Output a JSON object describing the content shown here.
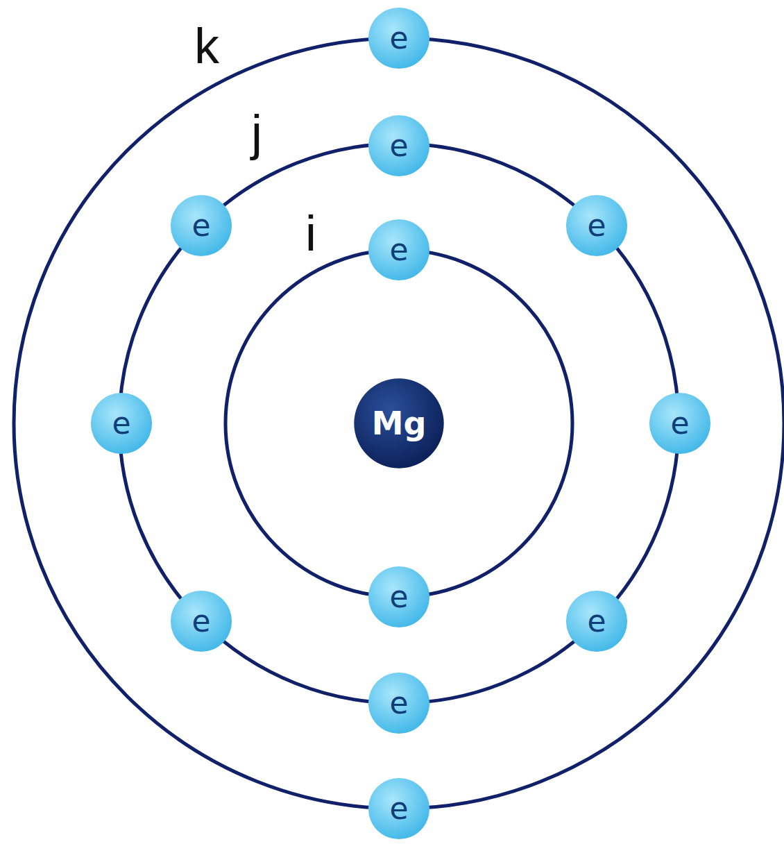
{
  "diagram": {
    "nodes": [
      {
        "text": [
          "e"
        ]
      },
      {
        "text": [
          "e"
        ]
      },
      {
        "text": [
          "e"
        ]
      },
      {
        "text": [
          "e"
        ]
      },
      {
        "text": [
          "e"
        ]
      },
      {
        "text": [
          "e"
        ]
      },
      {
        "text": [
          "Mg"
        ]
      },
      {
        "text": [
          "e"
        ]
      },
      {
        "text": [
          "e"
        ]
      },
      {
        "text": [
          "e"
        ]
      },
      {
        "text": [
          "e"
        ]
      },
      {
        "text": [
          "e"
        ]
      },
      {
        "text": [
          "e"
        ]
      }
    ],
    "labels": [
      "k",
      "j",
      "i"
    ]
  }
}
